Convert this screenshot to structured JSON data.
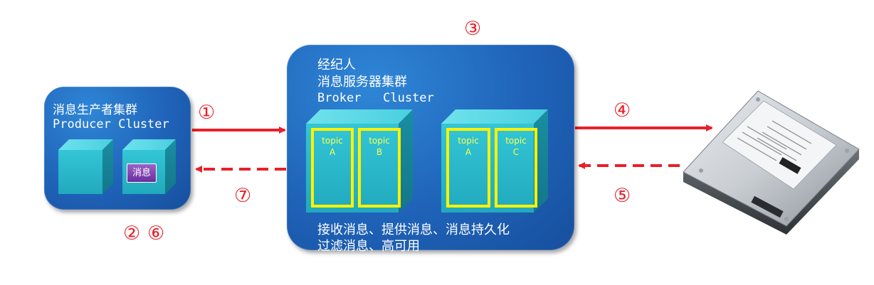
{
  "producer": {
    "title_cn": "消息生产者集群",
    "title_en": "Producer Cluster",
    "message_label": "消息"
  },
  "broker": {
    "title_line1": "经纪人",
    "title_line2": "消息服务器集群",
    "title_en": "Broker   Cluster",
    "topics": [
      {
        "top": "topic",
        "bottom": "A"
      },
      {
        "top": "topic",
        "bottom": "B"
      },
      {
        "top": "topic",
        "bottom": "A"
      },
      {
        "top": "topic",
        "bottom": "C"
      }
    ],
    "footer_line1": "接收消息、提供消息、消息持久化",
    "footer_line2": "过滤消息、高可用"
  },
  "steps": {
    "s1": "①",
    "s2": "②",
    "s3": "③",
    "s4": "④",
    "s5": "⑤",
    "s6": "⑥",
    "s7": "⑦"
  },
  "colors": {
    "panel_blue": "#1f63b9",
    "arrow_red": "#e8202a",
    "topic_yellow": "#fff200",
    "cube_teal": "#2ab7c9",
    "message_purple": "#7b3fb0"
  },
  "icons": {
    "storage": "hard-disk-drive-icon"
  }
}
